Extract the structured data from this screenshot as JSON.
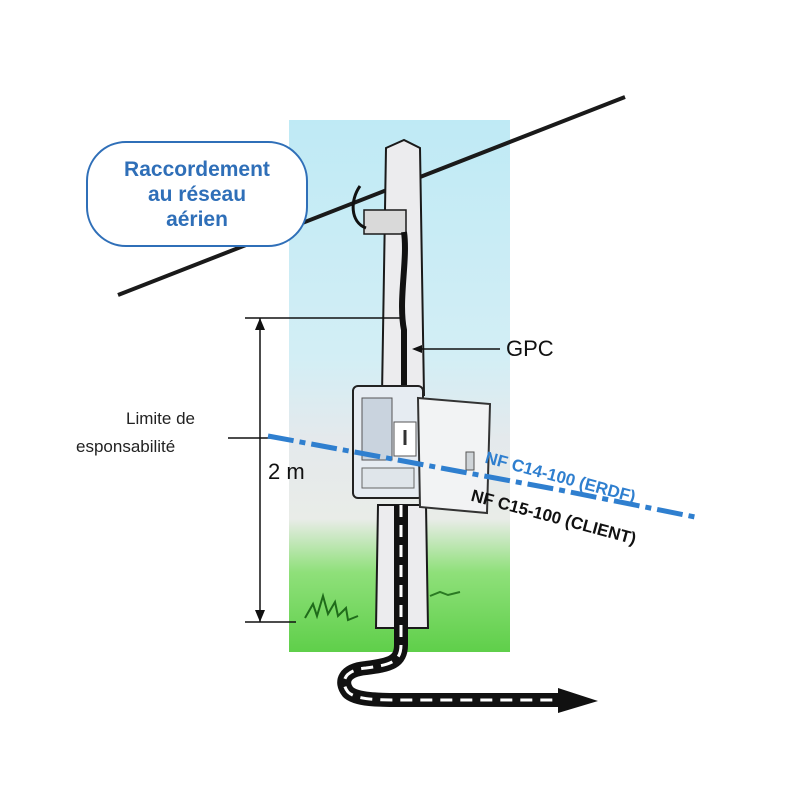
{
  "bubble": {
    "lines": [
      "Raccordement",
      "au réseau",
      "aérien"
    ]
  },
  "labels": {
    "gpc": "GPC",
    "limite_line1": "Limite de",
    "limite_line2": "esponsabilité",
    "height": "2 m",
    "norm_erdf": "NF C14-100 (ERDF)",
    "norm_client": "NF C15-100 (CLIENT)"
  },
  "colors": {
    "sky": "#bfeaf5",
    "grass": "#6fd35a",
    "pole": "#ececee",
    "cable": "#111111",
    "accent_blue": "#2f7fcf",
    "bubble_blue": "#2f6fb8"
  }
}
